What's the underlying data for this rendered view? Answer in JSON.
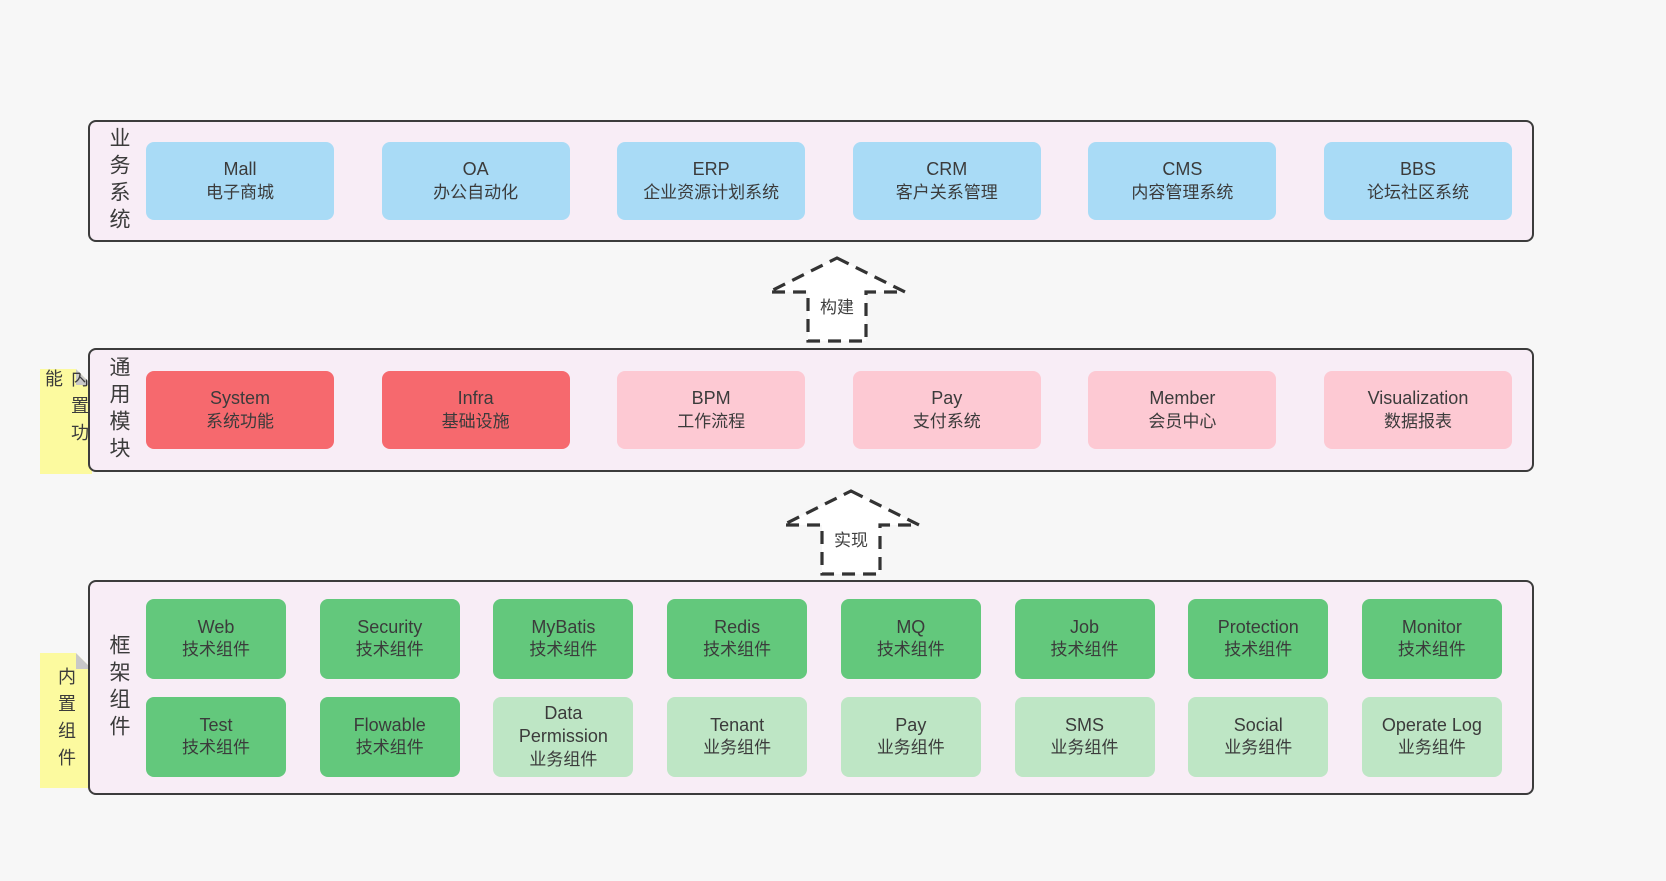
{
  "colors": {
    "page_bg": "#f7f7f7",
    "section_bg": "#f8edf6",
    "section_border": "#3c3c3c",
    "system_blue": "#a9dbf6",
    "module_red": "#f6696e",
    "module_pink": "#fdc9d3",
    "component_green": "#63c87c",
    "component_light_green": "#bee6c5",
    "tab_yellow": "#fcfa9f",
    "tab_fold_gray": "#c8c8c8",
    "text": "#3b3b3b"
  },
  "arrows": [
    {
      "label": "构建"
    },
    {
      "label": "实现"
    }
  ],
  "sections": [
    {
      "id": "business",
      "label": "业务系统",
      "boxes": [
        {
          "title": "Mall",
          "subtitle": "电子商城",
          "variant": "blue"
        },
        {
          "title": "OA",
          "subtitle": "办公自动化",
          "variant": "blue"
        },
        {
          "title": "ERP",
          "subtitle": "企业资源计划系统",
          "variant": "blue"
        },
        {
          "title": "CRM",
          "subtitle": "客户关系管理",
          "variant": "blue"
        },
        {
          "title": "CMS",
          "subtitle": "内容管理系统",
          "variant": "blue"
        },
        {
          "title": "BBS",
          "subtitle": "论坛社区系统",
          "variant": "blue"
        }
      ]
    },
    {
      "id": "modules",
      "label": "通用模块",
      "tab": "内置功能",
      "boxes": [
        {
          "title": "System",
          "subtitle": "系统功能",
          "variant": "red"
        },
        {
          "title": "Infra",
          "subtitle": "基础设施",
          "variant": "red"
        },
        {
          "title": "BPM",
          "subtitle": "工作流程",
          "variant": "pink"
        },
        {
          "title": "Pay",
          "subtitle": "支付系统",
          "variant": "pink"
        },
        {
          "title": "Member",
          "subtitle": "会员中心",
          "variant": "pink"
        },
        {
          "title": "Visualization",
          "subtitle": "数据报表",
          "variant": "pink"
        }
      ]
    },
    {
      "id": "components",
      "label": "框架组件",
      "tab": "内置组件",
      "boxes": [
        {
          "title": "Web",
          "subtitle": "技术组件",
          "variant": "green"
        },
        {
          "title": "Security",
          "subtitle": "技术组件",
          "variant": "green"
        },
        {
          "title": "MyBatis",
          "subtitle": "技术组件",
          "variant": "green"
        },
        {
          "title": "Redis",
          "subtitle": "技术组件",
          "variant": "green"
        },
        {
          "title": "MQ",
          "subtitle": "技术组件",
          "variant": "green"
        },
        {
          "title": "Job",
          "subtitle": "技术组件",
          "variant": "green"
        },
        {
          "title": "Protection",
          "subtitle": "技术组件",
          "variant": "green"
        },
        {
          "title": "Monitor",
          "subtitle": "技术组件",
          "variant": "green"
        },
        {
          "title": "Test",
          "subtitle": "技术组件",
          "variant": "green"
        },
        {
          "title": "Flowable",
          "subtitle": "技术组件",
          "variant": "green"
        },
        {
          "title": "Data Permission",
          "subtitle": "业务组件",
          "variant": "lightgreen"
        },
        {
          "title": "Tenant",
          "subtitle": "业务组件",
          "variant": "lightgreen"
        },
        {
          "title": "Pay",
          "subtitle": "业务组件",
          "variant": "lightgreen"
        },
        {
          "title": "SMS",
          "subtitle": "业务组件",
          "variant": "lightgreen"
        },
        {
          "title": "Social",
          "subtitle": "业务组件",
          "variant": "lightgreen"
        },
        {
          "title": "Operate Log",
          "subtitle": "业务组件",
          "variant": "lightgreen"
        }
      ]
    }
  ]
}
